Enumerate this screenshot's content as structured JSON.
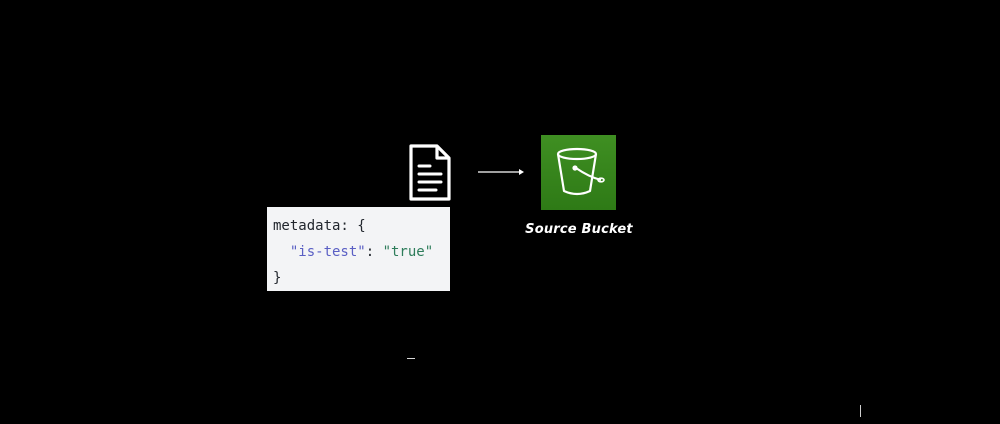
{
  "diagram": {
    "document_icon": "document-icon",
    "arrow_icon": "arrow-right-icon",
    "bucket_icon": "s3-bucket-icon",
    "bucket_color": "#3a8a1f",
    "bucket_label": "Source Bucket"
  },
  "metadata_code": {
    "line1": "metadata: {",
    "indent": "  ",
    "key": "\"is-test\"",
    "separator": ": ",
    "value": "\"true\"",
    "line3": "}"
  }
}
